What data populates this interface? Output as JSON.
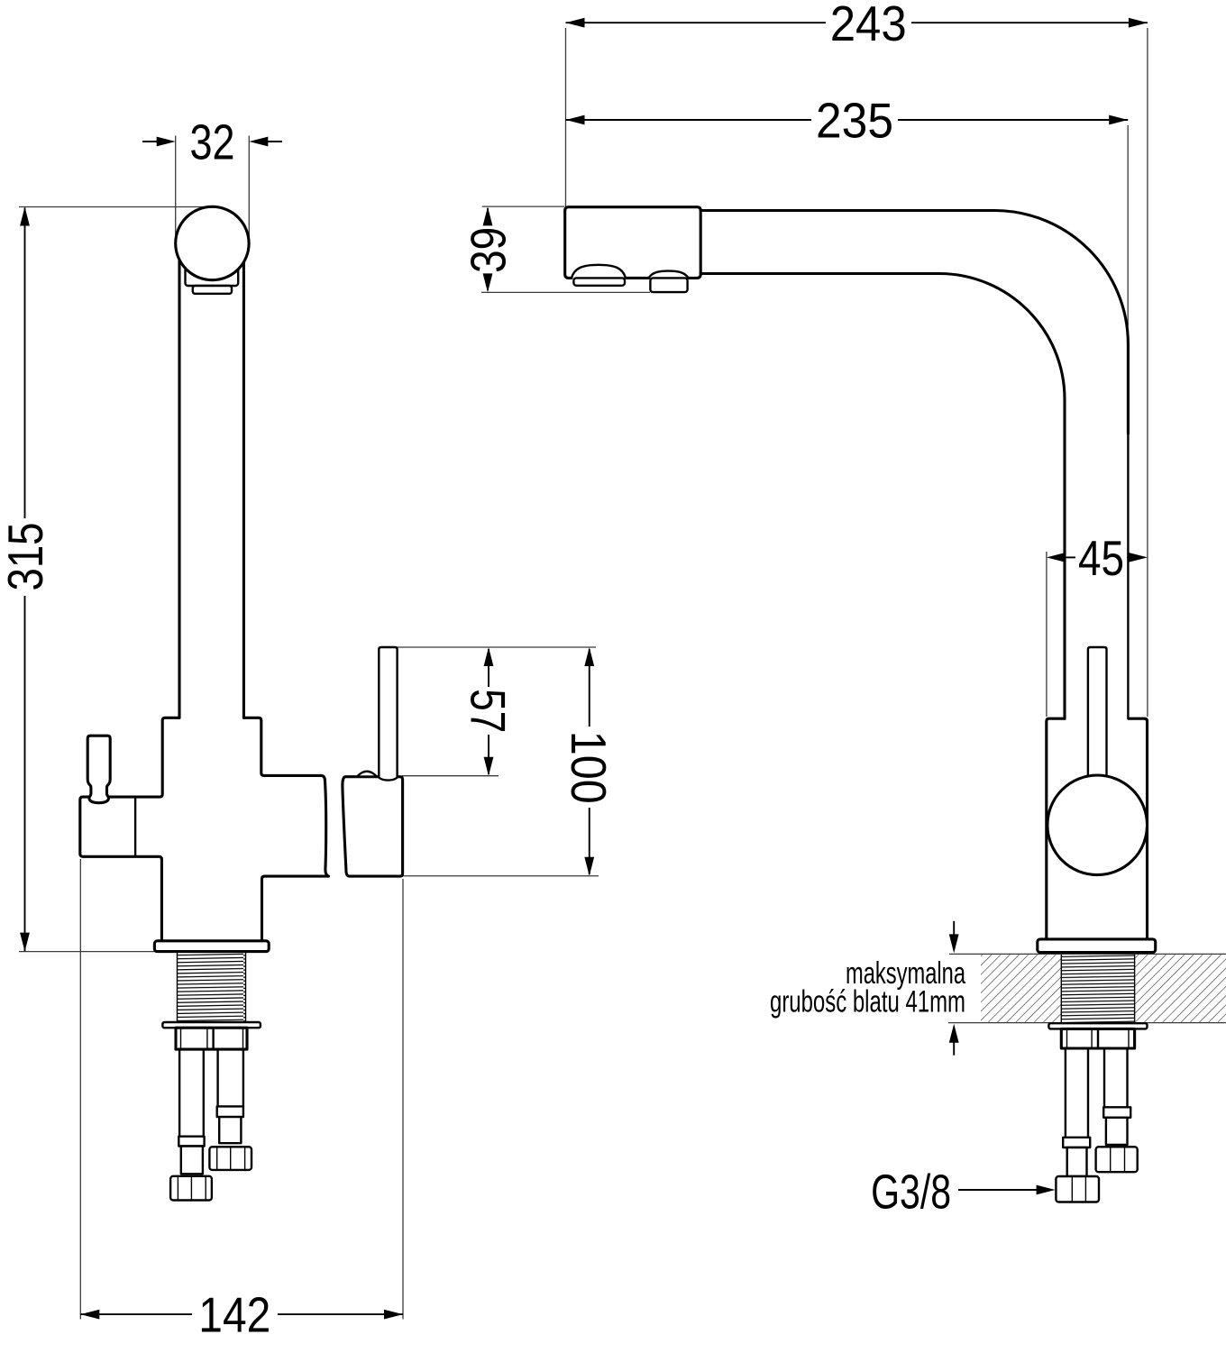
{
  "document": {
    "type": "technical dimension drawing of kitchen faucet",
    "background": "#ffffff",
    "line_color": "#000000"
  },
  "front_view": {
    "name": "front view",
    "dims": {
      "spout_width": "32",
      "overall_height": "315",
      "lever_offset": "57",
      "lever_height": "100",
      "base_width": "142"
    }
  },
  "side_view": {
    "name": "side view",
    "dims": {
      "overall_depth": "243",
      "spout_reach": "235",
      "spout_head_height": "39",
      "body_diameter": "45"
    },
    "note_line1": "maksymalna",
    "note_line2": "grubość blatu 41mm",
    "connection_label": "G3/8"
  }
}
